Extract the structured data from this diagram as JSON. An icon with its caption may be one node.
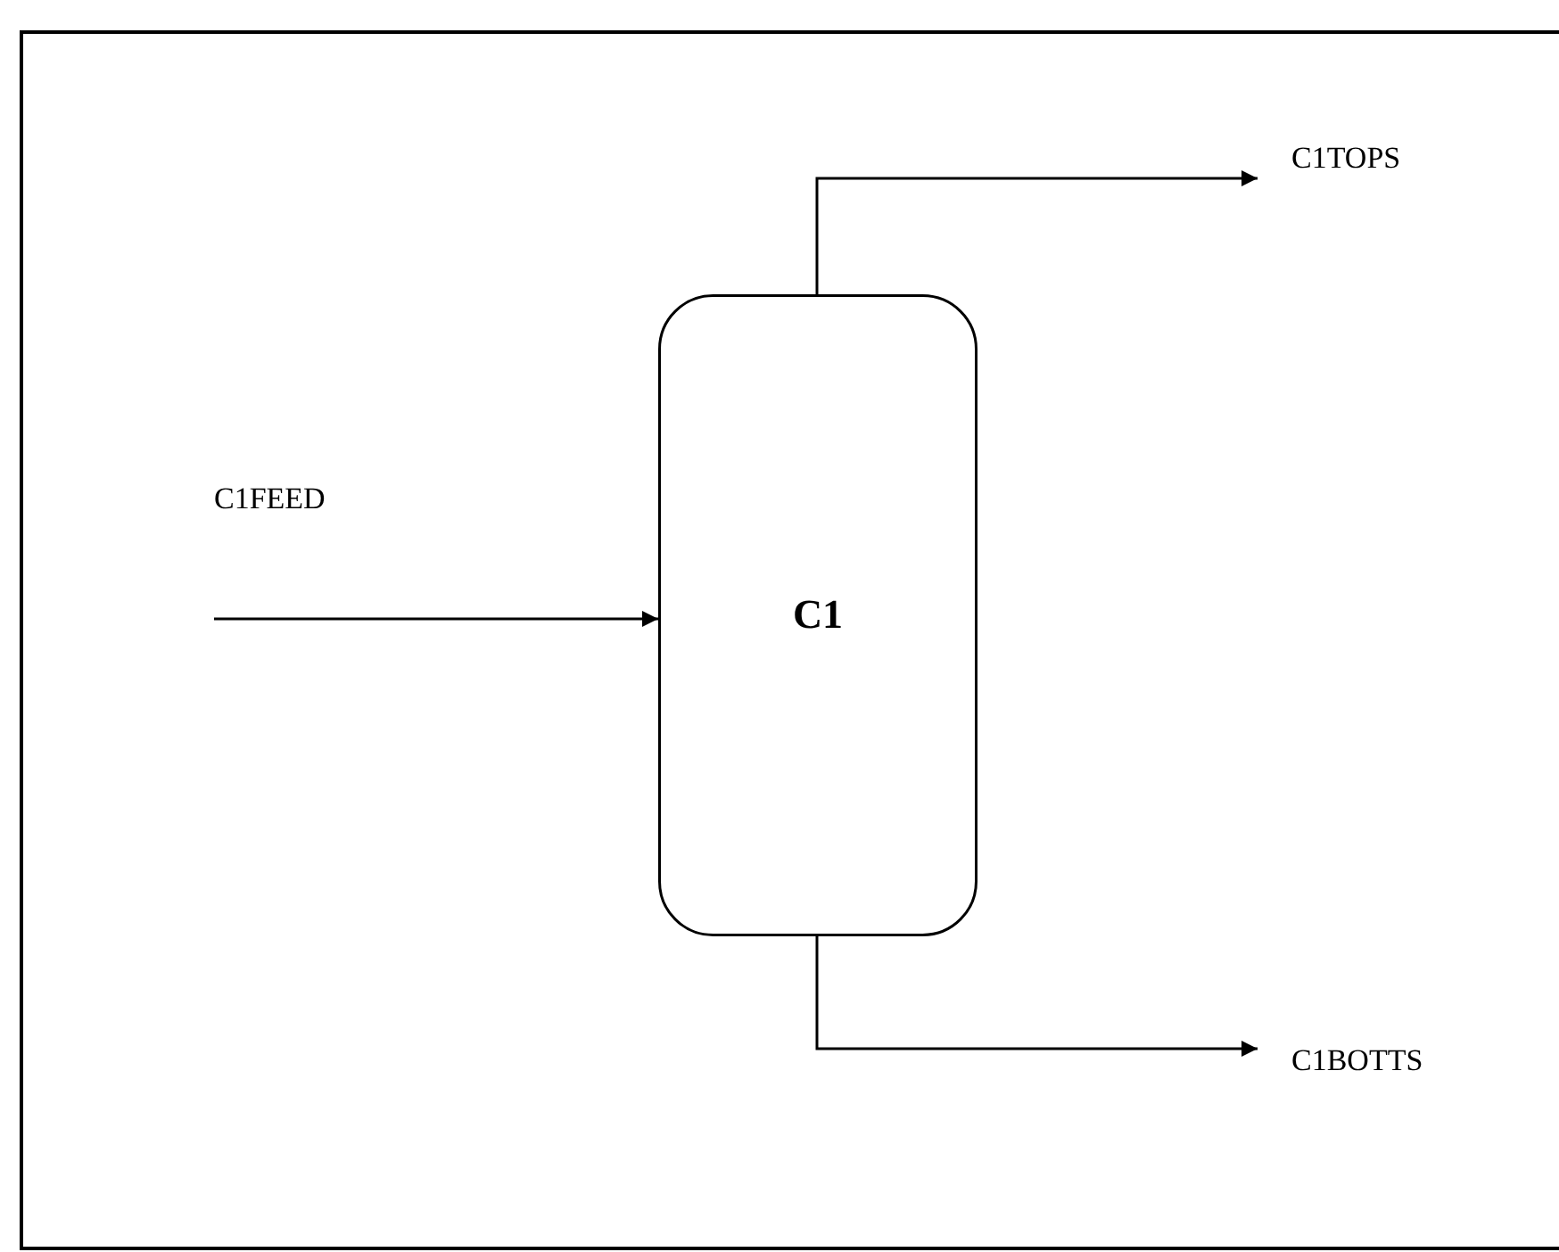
{
  "diagram": {
    "nodes": [
      {
        "text": [
          "C1TOPS"
        ]
      },
      {
        "text": [
          "C1FEED"
        ]
      },
      {
        "text": [
          "C1"
        ]
      },
      {
        "text": [
          "C1BOTTS"
        ]
      }
    ],
    "edges": [
      {
        "from": 1,
        "to": 2,
        "arrow": "to"
      },
      {
        "from": 2,
        "to": 0,
        "arrow": "to"
      },
      {
        "from": 2,
        "to": 3,
        "arrow": "to"
      }
    ]
  }
}
